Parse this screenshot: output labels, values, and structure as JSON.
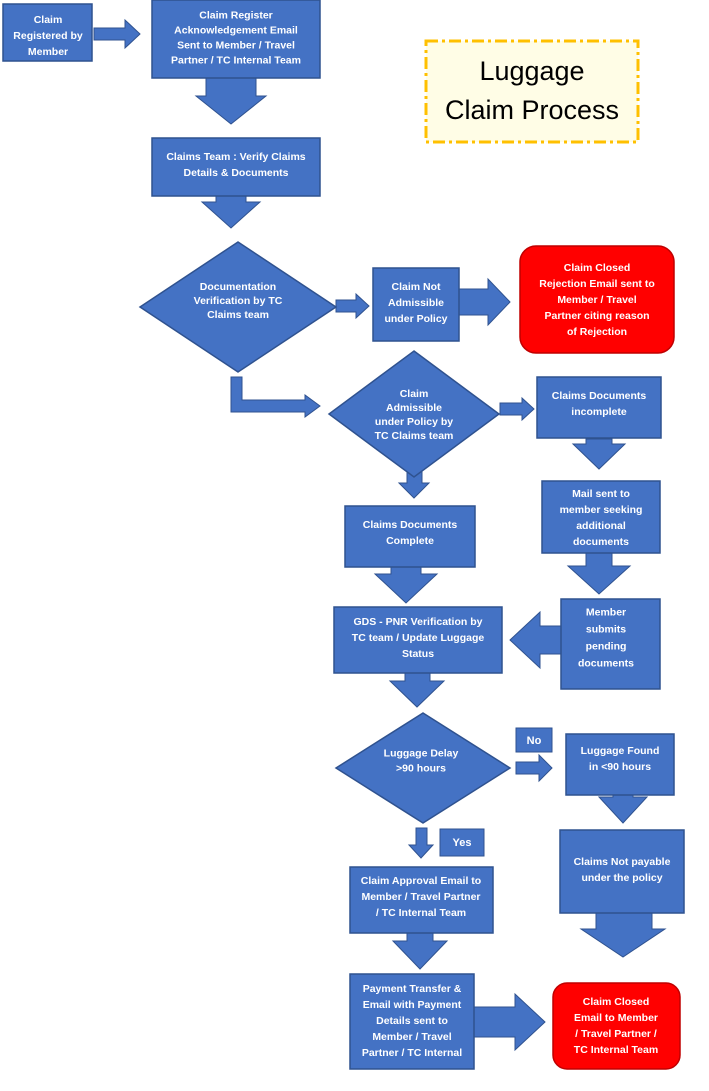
{
  "title": {
    "lines": [
      "Luggage",
      "Claim Process"
    ]
  },
  "colors": {
    "box": "#4472c4",
    "box_border": "#2f528f",
    "alert": "#ff0000",
    "alert_border": "#c00000",
    "title_border": "#ffc000",
    "title_bg": "#fffde6"
  },
  "nodes": {
    "claim_registered": [
      "Claim",
      "Registered by",
      "Member"
    ],
    "claim_register_ack": [
      "Claim Register",
      "Acknowledgement Email",
      "Sent to Member / Travel",
      "Partner / TC Internal Team"
    ],
    "verify_claims": [
      "Claims Team : Verify Claims",
      "Details & Documents"
    ],
    "documentation_verification": [
      "Documentation",
      "Verification by TC",
      "Claims team"
    ],
    "claim_not_admissible": [
      "Claim Not",
      "Admissible",
      "under Policy"
    ],
    "claim_closed_rejection": [
      "Claim Closed",
      "Rejection Email sent to",
      "Member / Travel",
      "Partner citing reason",
      "of Rejection"
    ],
    "claim_admissible": [
      "Claim",
      "Admissible",
      "under Policy by",
      "TC Claims team"
    ],
    "claims_docs_incomplete": [
      "Claims Documents",
      "incomplete"
    ],
    "mail_sent": [
      "Mail sent to",
      "member seeking",
      "additional",
      "documents"
    ],
    "claims_docs_complete": [
      "Claims Documents",
      "Complete"
    ],
    "gds_pnr": [
      "GDS - PNR Verification by",
      "TC team / Update Luggage",
      "Status"
    ],
    "member_submits": [
      "Member",
      "submits",
      "pending",
      "documents"
    ],
    "luggage_delay": [
      "Luggage Delay",
      ">90 hours"
    ],
    "luggage_found": [
      "Luggage Found",
      "in <90 hours"
    ],
    "claims_not_payable": [
      "Claims Not payable",
      "under the policy"
    ],
    "claim_approval": [
      "Claim Approval Email to",
      "Member / Travel Partner",
      "/ TC Internal Team"
    ],
    "payment_transfer": [
      "Payment Transfer &",
      "Email with Payment",
      "Details sent to",
      "Member / Travel",
      "Partner / TC Internal"
    ],
    "claim_closed_final": [
      "Claim Closed",
      "Email to Member",
      "/ Travel Partner /",
      "TC Internal Team"
    ]
  },
  "labels": {
    "no": "No",
    "yes": "Yes"
  }
}
